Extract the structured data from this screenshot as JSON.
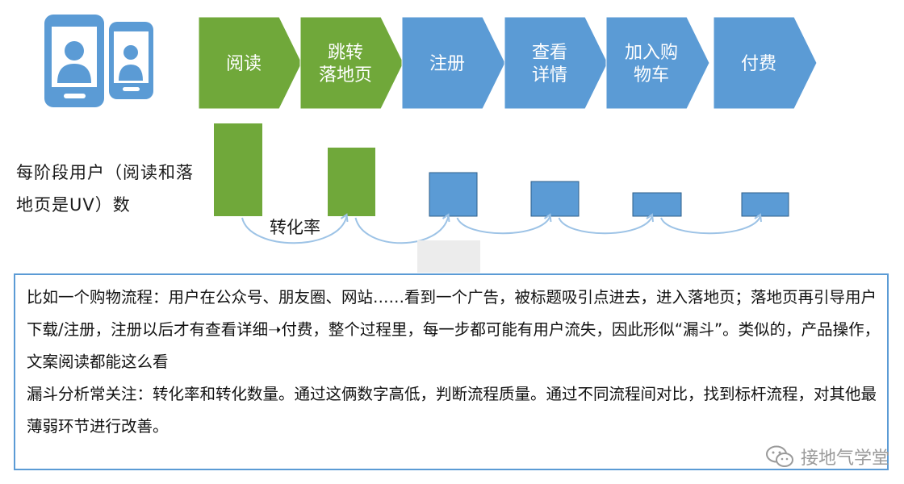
{
  "flow": {
    "steps": [
      {
        "lines": [
          "阅读"
        ],
        "color": "#70a83a"
      },
      {
        "lines": [
          "跳转",
          "落地页"
        ],
        "color": "#70a83a"
      },
      {
        "lines": [
          "注册"
        ],
        "color": "#5b9bd5"
      },
      {
        "lines": [
          "查看",
          "详情"
        ],
        "color": "#5b9bd5"
      },
      {
        "lines": [
          "加入购",
          "物车"
        ],
        "color": "#5b9bd5"
      },
      {
        "lines": [
          "付费"
        ],
        "color": "#5b9bd5"
      }
    ],
    "icon": "two-phones-user-icon"
  },
  "funnel": {
    "label": "每阶段用户（阅读和落地页是UV）数",
    "conversion_label": "转化率",
    "relative_user_counts": [
      1.0,
      0.74,
      0.47,
      0.37,
      0.25,
      0.25
    ]
  },
  "note": {
    "paragraph1": "比如一个购物流程：用户在公众号、朋友圈、网站……看到一个广告，被标题吸引点进去，进入落地页；落地页再引导用户下载/注册，注册以后才有查看详细➝付费，整个过程里，每一步都可能有用户流失，因此形似“漏斗”。类似的，产品操作，文案阅读都能这么看",
    "paragraph2": "漏斗分析常关注：转化率和转化数量。通过这俩数字高低，判断流程质量。通过不同流程间对比，找到标杆流程，对其他最薄弱环节进行改善。"
  },
  "brand": {
    "name": "接地气学堂",
    "icon": "wechat-icon"
  },
  "colors": {
    "green": "#70a83a",
    "blue": "#5b9bd5",
    "curve": "#9dc3e6"
  }
}
